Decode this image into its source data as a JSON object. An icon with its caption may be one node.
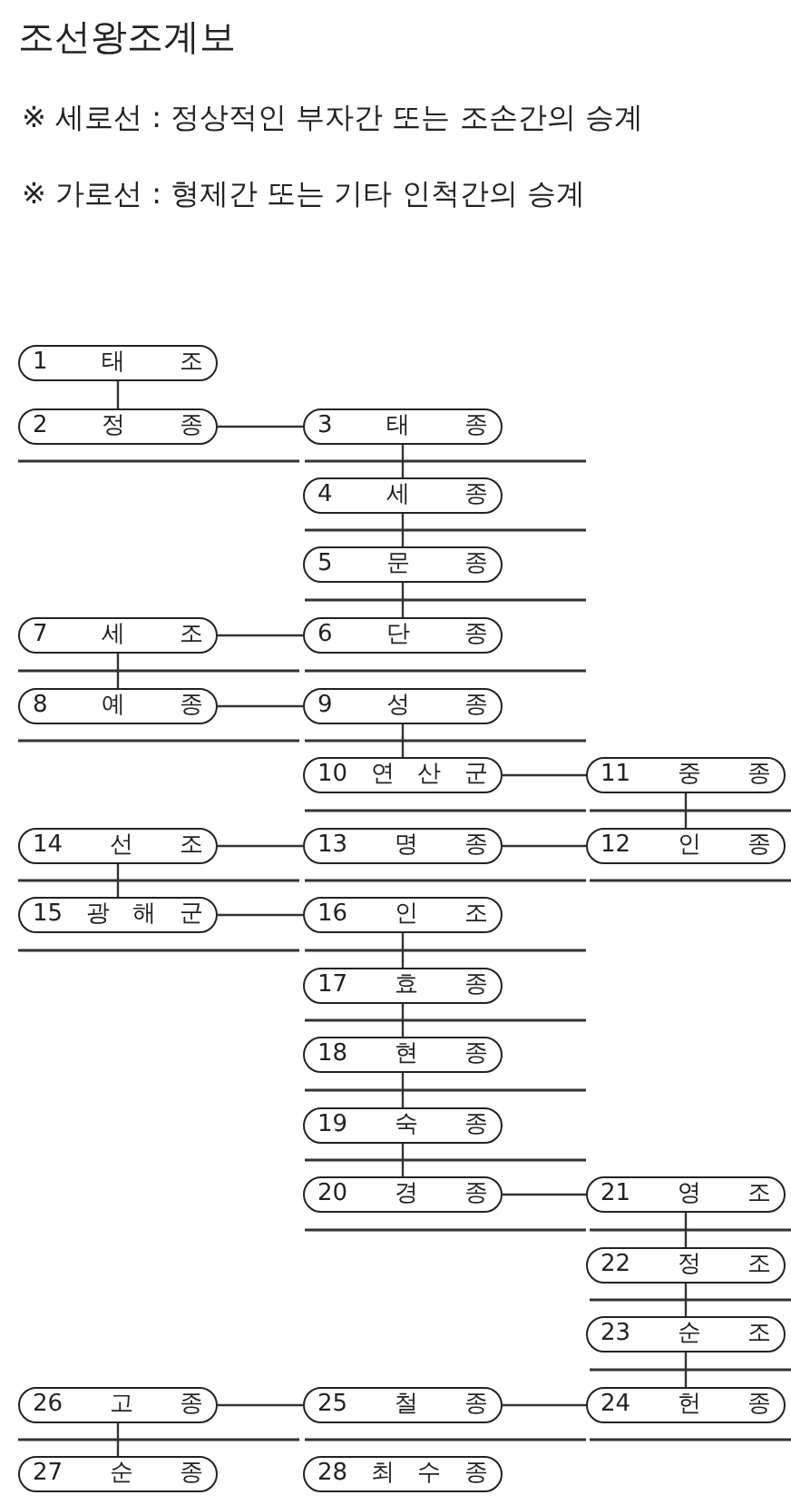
{
  "diagram": {
    "title": "조선왕조계보",
    "labels": [
      "※ 세로선 : 정상적인 부자간 또는 조손간의 승계",
      "※ 가로선 : 형제간 또는 기타 인척간의 승계"
    ],
    "nodes": [
      {
        "text": [
          "1 태 조"
        ]
      },
      {
        "text": [
          "2 정 종"
        ]
      },
      {
        "text": [
          "3 태 종"
        ]
      },
      {
        "text": [
          "4 세 종"
        ]
      },
      {
        "text": [
          "5 문 종"
        ]
      },
      {
        "text": [
          "7 세 조"
        ]
      },
      {
        "text": [
          "6 단 종"
        ]
      },
      {
        "text": [
          "8 예 종"
        ]
      },
      {
        "text": [
          "9 성 종"
        ]
      },
      {
        "text": [
          "10 연 산 군"
        ]
      },
      {
        "text": [
          "11 중 종"
        ]
      },
      {
        "text": [
          "14 선 조"
        ]
      },
      {
        "text": [
          "13 명 종"
        ]
      },
      {
        "text": [
          "12 인 종"
        ]
      },
      {
        "text": [
          "15 광 해 군"
        ]
      },
      {
        "text": [
          "16 인 조"
        ]
      },
      {
        "text": [
          "17 효 종"
        ]
      },
      {
        "text": [
          "18 현 종"
        ]
      },
      {
        "text": [
          "19 숙 종"
        ]
      },
      {
        "text": [
          "20 경 종"
        ]
      },
      {
        "text": [
          "21 영 조"
        ]
      },
      {
        "text": [
          "22 정 조"
        ]
      },
      {
        "text": [
          "23 순 조"
        ]
      },
      {
        "text": [
          "26 고 종"
        ]
      },
      {
        "text": [
          "25 철 종"
        ]
      },
      {
        "text": [
          "24 헌 종"
        ]
      },
      {
        "text": [
          "27 순 종"
        ]
      },
      {
        "text": [
          "28 최 수 종"
        ]
      }
    ],
    "edges": [
      {
        "from": 0,
        "to": 1,
        "arrow": "none"
      },
      {
        "from": 1,
        "to": 2,
        "arrow": "none"
      },
      {
        "from": 2,
        "to": 3,
        "arrow": "none"
      },
      {
        "from": 3,
        "to": 4,
        "arrow": "none"
      },
      {
        "from": 4,
        "to": 6,
        "arrow": "none"
      },
      {
        "from": 6,
        "to": 5,
        "arrow": "none"
      },
      {
        "from": 5,
        "to": 7,
        "arrow": "none"
      },
      {
        "from": 7,
        "to": 8,
        "arrow": "none"
      },
      {
        "from": 8,
        "to": 9,
        "arrow": "none"
      },
      {
        "from": 9,
        "to": 10,
        "arrow": "none"
      },
      {
        "from": 10,
        "to": 13,
        "arrow": "none"
      },
      {
        "from": 13,
        "to": 12,
        "arrow": "none"
      },
      {
        "from": 12,
        "to": 11,
        "arrow": "none"
      },
      {
        "from": 11,
        "to": 14,
        "arrow": "none"
      },
      {
        "from": 14,
        "to": 15,
        "arrow": "none"
      },
      {
        "from": 15,
        "to": 16,
        "arrow": "none"
      },
      {
        "from": 16,
        "to": 17,
        "arrow": "none"
      },
      {
        "from": 17,
        "to": 18,
        "arrow": "none"
      },
      {
        "from": 18,
        "to": 19,
        "arrow": "none"
      },
      {
        "from": 19,
        "to": 20,
        "arrow": "none"
      },
      {
        "from": 20,
        "to": 21,
        "arrow": "none"
      },
      {
        "from": 21,
        "to": 22,
        "arrow": "none"
      },
      {
        "from": 22,
        "to": 25,
        "arrow": "none"
      },
      {
        "from": 25,
        "to": 24,
        "arrow": "none"
      },
      {
        "from": 24,
        "to": 23,
        "arrow": "none"
      },
      {
        "from": 23,
        "to": 26,
        "arrow": "none"
      }
    ]
  }
}
